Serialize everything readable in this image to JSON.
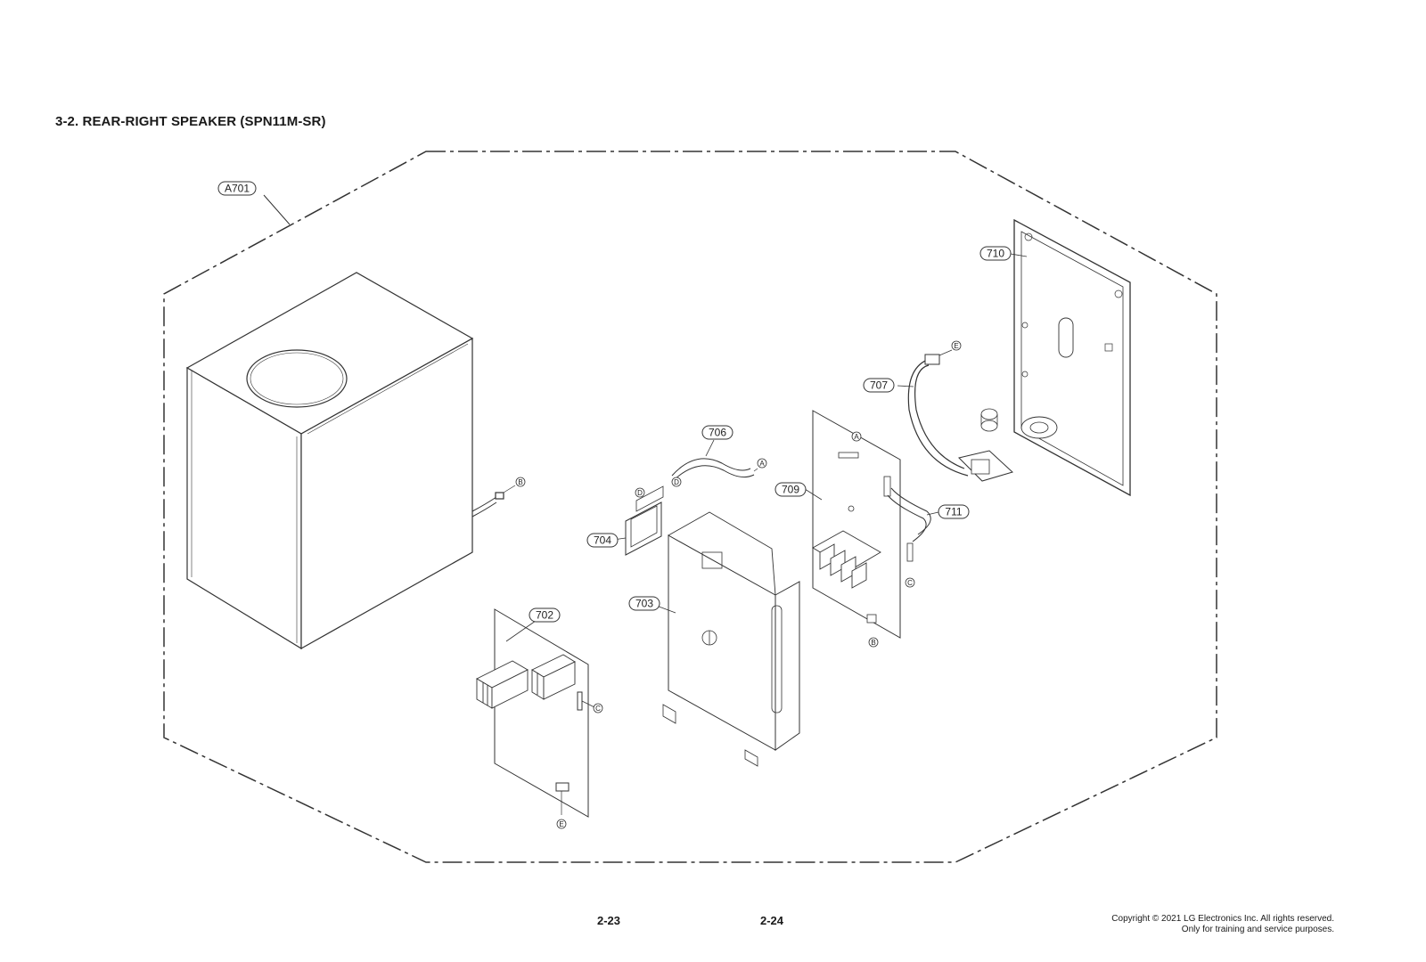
{
  "page": {
    "title": "3-2. REAR-RIGHT SPEAKER (SPN11M-SR)",
    "page_left": "2-23",
    "page_right": "2-24",
    "copyright_line1": "Copyright © 2021 LG Electronics Inc. All rights reserved.",
    "copyright_line2": "Only for training and service purposes."
  },
  "parts": {
    "A701": "A701",
    "p702": "702",
    "p703": "703",
    "p704": "704",
    "p706": "706",
    "p707": "707",
    "p709": "709",
    "p710": "710",
    "p711": "711"
  },
  "connectors": {
    "A": "A",
    "B": "B",
    "C": "C",
    "D": "D",
    "E": "E"
  },
  "colors": {
    "line": "#333333",
    "background": "#ffffff"
  }
}
